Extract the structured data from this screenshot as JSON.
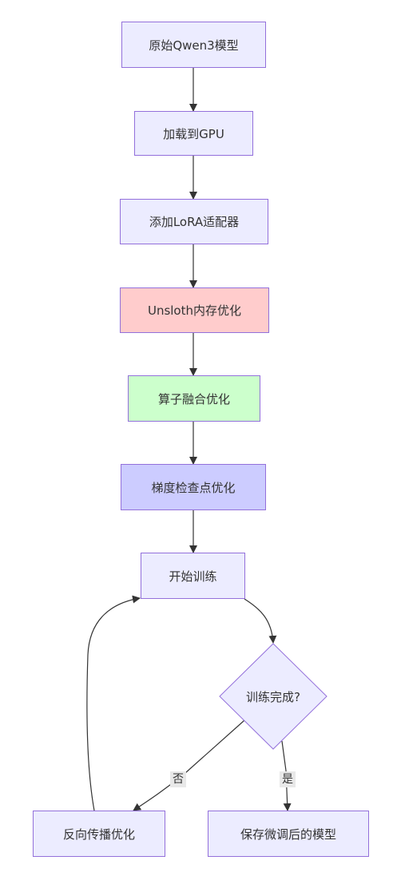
{
  "nodes": {
    "original_model": {
      "label": "原始Qwen3模型",
      "fill": "#ececff"
    },
    "load_gpu": {
      "label": "加载到GPU",
      "fill": "#ececff"
    },
    "add_lora": {
      "label": "添加LoRA适配器",
      "fill": "#ececff"
    },
    "unsloth_memory": {
      "label": "Unsloth内存优化",
      "fill": "#ffcccc"
    },
    "operator_fusion": {
      "label": "算子融合优化",
      "fill": "#ccffcc"
    },
    "gradient_checkpoint": {
      "label": "梯度检查点优化",
      "fill": "#ccccff"
    },
    "start_training": {
      "label": "开始训练",
      "fill": "#ececff"
    },
    "training_done": {
      "label": "训练完成?",
      "fill": "#ececff"
    },
    "backprop": {
      "label": "反向传播优化",
      "fill": "#ececff"
    },
    "save_model": {
      "label": "保存微调后的模型",
      "fill": "#ececff"
    }
  },
  "edges": {
    "no_label": "否",
    "yes_label": "是"
  },
  "colors": {
    "node_border": "#9370db",
    "edge": "#333333",
    "edge_label_bg": "#e8e8e8"
  }
}
